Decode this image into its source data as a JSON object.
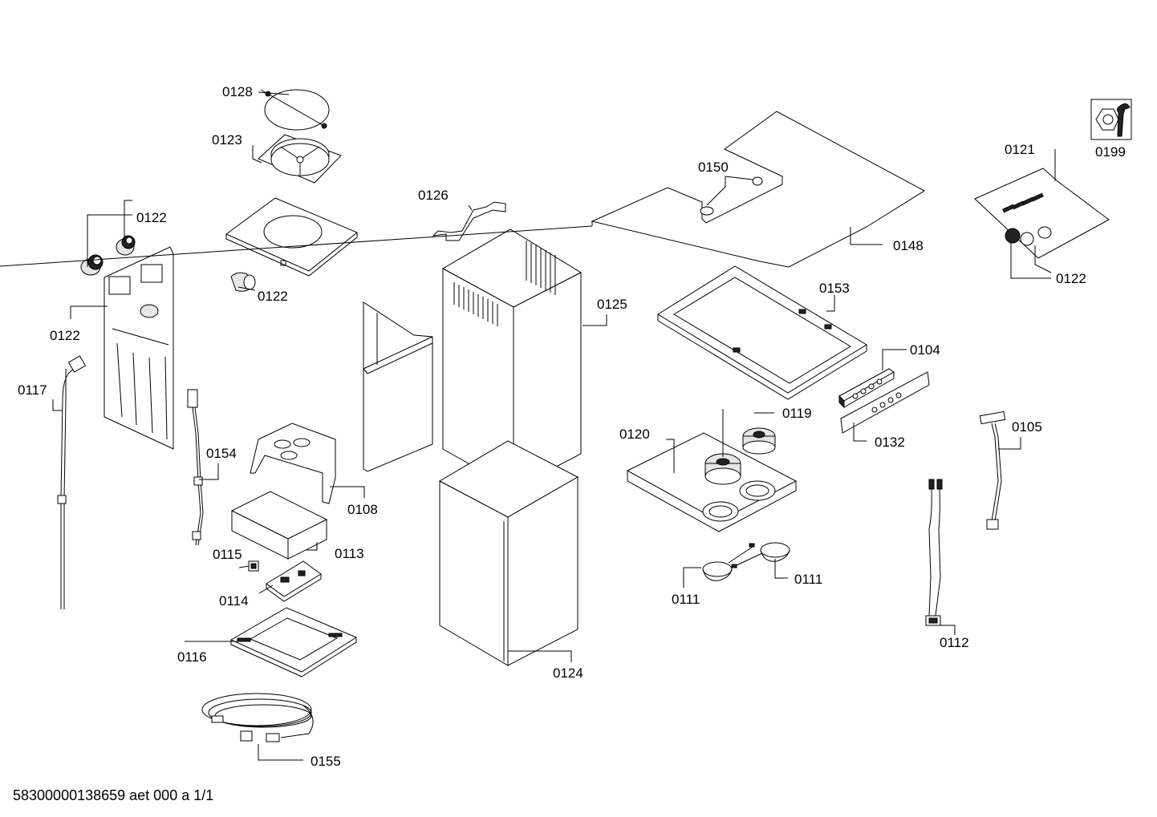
{
  "diagram": {
    "labels": {
      "p0128": "0128",
      "p0123": "0123",
      "p0122_a": "0122",
      "p0122_b": "0122",
      "p0122_c": "0122",
      "p0122_d": "0122",
      "p0117": "0117",
      "p0154": "0154",
      "p0108": "0108",
      "p0113": "0113",
      "p0115": "0115",
      "p0114": "0114",
      "p0116": "0116",
      "p0155": "0155",
      "p0126": "0126",
      "p0125": "0125",
      "p0124": "0124",
      "p0150": "0150",
      "p0148": "0148",
      "p0153": "0153",
      "p0104": "0104",
      "p0119": "0119",
      "p0120": "0120",
      "p0132": "0132",
      "p0111_a": "0111",
      "p0111_b": "0111",
      "p0121": "0121",
      "p0199": "0199",
      "p0105": "0105",
      "p0112": "0112"
    },
    "footer": "58300000138659 aet 000 a 1/1",
    "icons": {
      "service": "wrench-nut-icon"
    }
  }
}
